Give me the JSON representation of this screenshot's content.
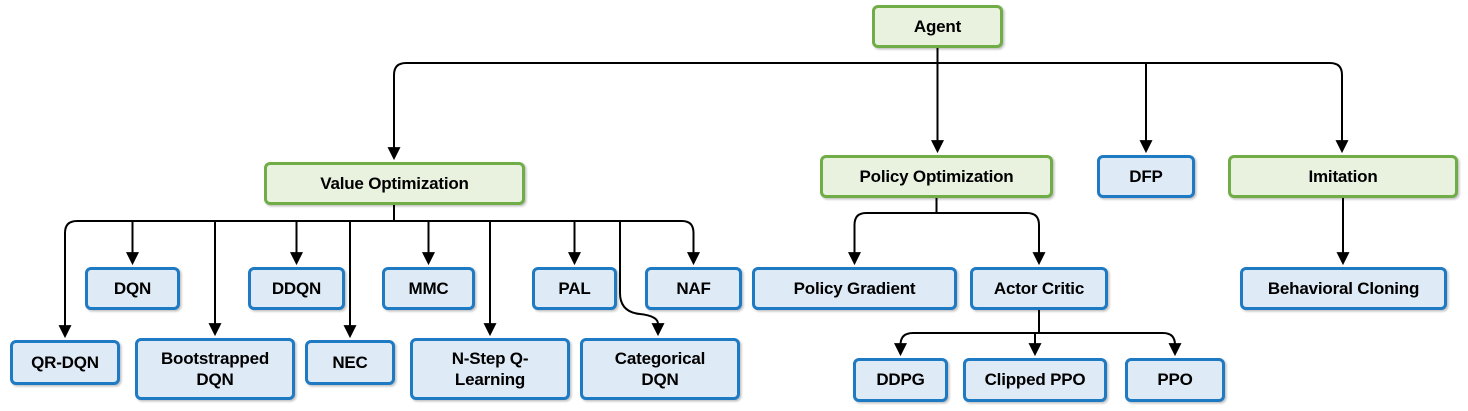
{
  "diagram": {
    "type": "tree",
    "colors": {
      "background": "#ffffff",
      "green_border": "#70ad47",
      "green_fill": "#e9f1df",
      "blue_border": "#1f7ac4",
      "blue_fill": "#deeaf6",
      "connector": "#000000",
      "text": "#000000"
    },
    "nodes": {
      "agent": {
        "label": "Agent",
        "category": "green"
      },
      "value_optimization": {
        "label": "Value Optimization",
        "category": "green"
      },
      "policy_optimization": {
        "label": "Policy Optimization",
        "category": "green"
      },
      "dfp": {
        "label": "DFP",
        "category": "blue"
      },
      "imitation": {
        "label": "Imitation",
        "category": "green"
      },
      "dqn": {
        "label": "DQN",
        "category": "blue"
      },
      "ddqn": {
        "label": "DDQN",
        "category": "blue"
      },
      "mmc": {
        "label": "MMC",
        "category": "blue"
      },
      "pal": {
        "label": "PAL",
        "category": "blue"
      },
      "naf": {
        "label": "NAF",
        "category": "blue"
      },
      "qr_dqn": {
        "label": "QR-DQN",
        "category": "blue"
      },
      "bootstrapped_dqn": {
        "label": "Bootstrapped DQN",
        "category": "blue"
      },
      "nec": {
        "label": "NEC",
        "category": "blue"
      },
      "nstep_q_learning": {
        "label": "N-Step Q-Learning",
        "category": "blue"
      },
      "categorical_dqn": {
        "label": "Categorical DQN",
        "category": "blue"
      },
      "policy_gradient": {
        "label": "Policy Gradient",
        "category": "blue"
      },
      "actor_critic": {
        "label": "Actor Critic",
        "category": "blue"
      },
      "ddpg": {
        "label": "DDPG",
        "category": "blue"
      },
      "clipped_ppo": {
        "label": "Clipped PPO",
        "category": "blue"
      },
      "ppo": {
        "label": "PPO",
        "category": "blue"
      },
      "behavioral_cloning": {
        "label": "Behavioral Cloning",
        "category": "blue"
      }
    },
    "edges": [
      [
        "agent",
        "value_optimization"
      ],
      [
        "agent",
        "policy_optimization"
      ],
      [
        "agent",
        "dfp"
      ],
      [
        "agent",
        "imitation"
      ],
      [
        "value_optimization",
        "dqn"
      ],
      [
        "value_optimization",
        "ddqn"
      ],
      [
        "value_optimization",
        "mmc"
      ],
      [
        "value_optimization",
        "pal"
      ],
      [
        "value_optimization",
        "naf"
      ],
      [
        "value_optimization",
        "qr_dqn"
      ],
      [
        "value_optimization",
        "bootstrapped_dqn"
      ],
      [
        "value_optimization",
        "nec"
      ],
      [
        "value_optimization",
        "nstep_q_learning"
      ],
      [
        "value_optimization",
        "categorical_dqn"
      ],
      [
        "policy_optimization",
        "policy_gradient"
      ],
      [
        "policy_optimization",
        "actor_critic"
      ],
      [
        "actor_critic",
        "ddpg"
      ],
      [
        "actor_critic",
        "clipped_ppo"
      ],
      [
        "actor_critic",
        "ppo"
      ],
      [
        "imitation",
        "behavioral_cloning"
      ]
    ]
  }
}
